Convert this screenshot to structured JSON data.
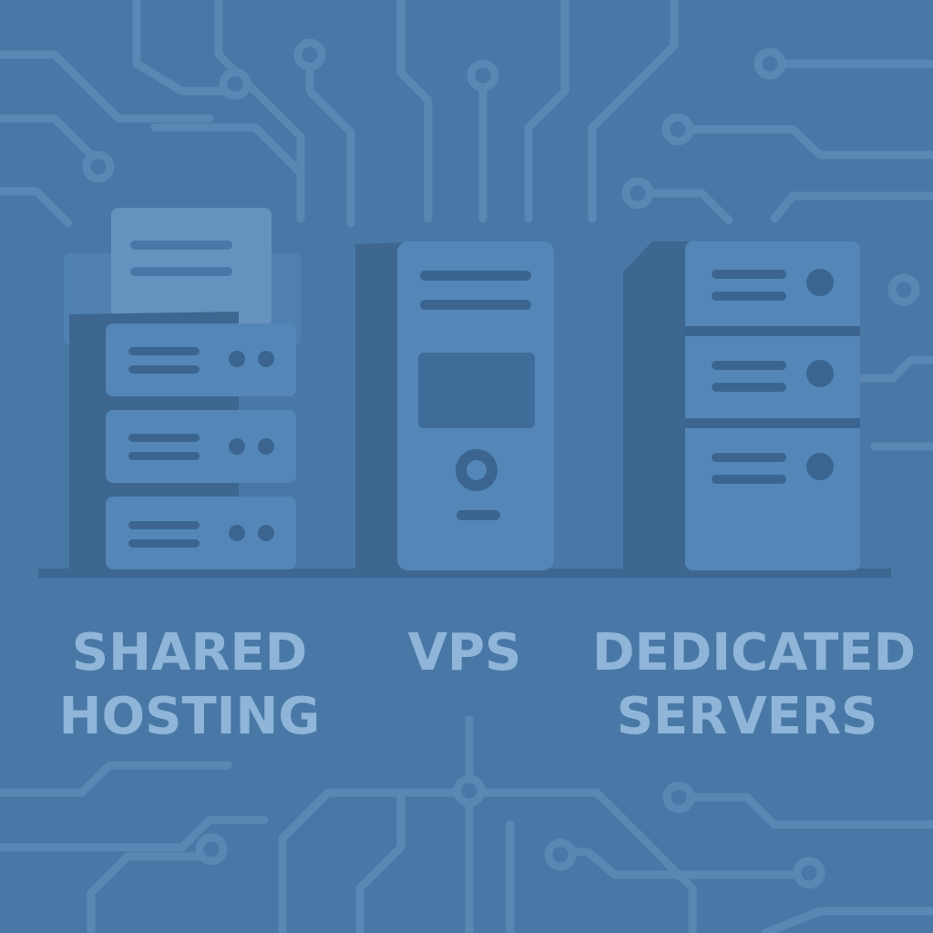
{
  "colors": {
    "background": "#4a78a6",
    "circuit_trace": "#5a87b3",
    "server_body": "#5487b8",
    "server_shadow": "#3d6690",
    "server_detail": "#3b6590",
    "server_back_panel": "#6592bf",
    "label_text": "#8fb6d9"
  },
  "icons": {
    "shared": "shared-hosting-server-stack-icon",
    "vps": "vps-tower-server-icon",
    "dedicated": "dedicated-server-rack-icon"
  },
  "labels": {
    "shared": {
      "line1": "SHARED",
      "line2": "HOSTING"
    },
    "vps": {
      "line1": "VPS"
    },
    "dedicated": {
      "line1": "DEDICATED",
      "line2": "SERVERS"
    }
  }
}
